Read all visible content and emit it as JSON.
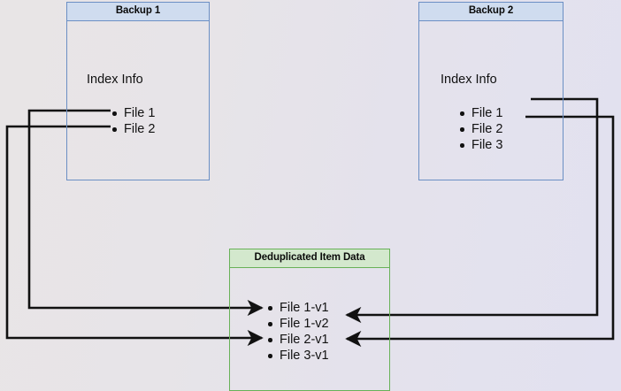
{
  "diagram": {
    "title": "Deduplication index and item data relationship",
    "background_left_color": "#e8e5e6",
    "background_right_color": "#e2e1f0",
    "wire_color": "#111111"
  },
  "nodes": {
    "backup_1": {
      "header": "Backup 1",
      "section_label": "Index Info",
      "border_color": "#6b8fc4",
      "header_fill": "#cfdcef",
      "files": [
        "File 1",
        "File 2"
      ]
    },
    "backup_2": {
      "header": "Backup 2",
      "section_label": "Index Info",
      "border_color": "#6b8fc4",
      "header_fill": "#cfdcef",
      "files": [
        "File 1",
        "File 2",
        "File 3"
      ]
    },
    "dedup": {
      "header": "Deduplicated Item Data",
      "border_color": "#68b158",
      "header_fill": "#d3e8cd",
      "files": [
        "File 1-v1",
        "File 1-v2",
        "File 2-v1",
        "File 3-v1"
      ]
    }
  },
  "connections": [
    {
      "name": "backup1-file1-to-file1v1",
      "from": "Backup 1 / File 1",
      "to": "Deduplicated Item Data / File 1-v1",
      "direction": "right"
    },
    {
      "name": "backup1-file2-to-file2v1",
      "from": "Backup 1 / File 2",
      "to": "Deduplicated Item Data / File 2-v1",
      "direction": "right"
    },
    {
      "name": "backup2-file1-to-file1v2",
      "from": "Backup 2 / File 1",
      "to": "Deduplicated Item Data / File 1-v2",
      "direction": "left"
    },
    {
      "name": "backup2-file2-to-file2v1",
      "from": "Backup 2 / File 2",
      "to": "Deduplicated Item Data / File 2-v1",
      "direction": "left"
    }
  ]
}
